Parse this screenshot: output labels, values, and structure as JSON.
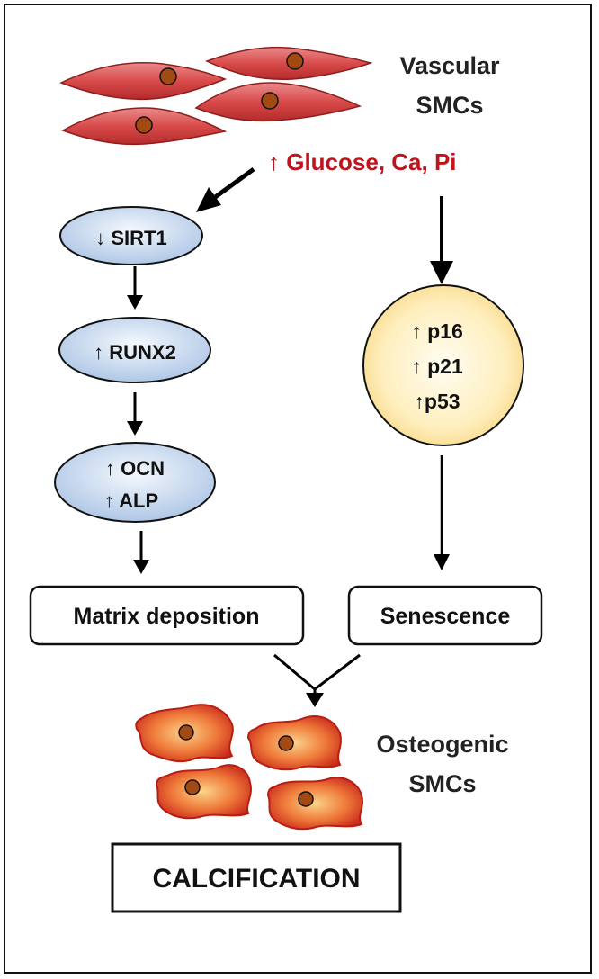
{
  "header": {
    "cells_label_line1": "Vascular",
    "cells_label_line2": "SMCs",
    "stimulus": "↑ Glucose, Ca, Pi"
  },
  "left_pathway": {
    "sirt1": "↓ SIRT1",
    "runx2": "↑ RUNX2",
    "ocn": "↑ OCN",
    "alp": "↑ ALP",
    "outcome": "Matrix deposition"
  },
  "right_pathway": {
    "p16": "↑ p16",
    "p21": "↑ p21",
    "p53": "↑p53",
    "outcome": "Senescence"
  },
  "result": {
    "cells_label_line1": "Osteogenic",
    "cells_label_line2": "SMCs",
    "final": "CALCIFICATION"
  },
  "colors": {
    "stimulus_text": "#c0141c",
    "smc_cell": "#d94b4b",
    "nucleus": "#a24a14",
    "blue_ellipse": "#bcd0ea",
    "yellow_circle": "#fde49a",
    "osteo_cell": "#e0451f"
  }
}
